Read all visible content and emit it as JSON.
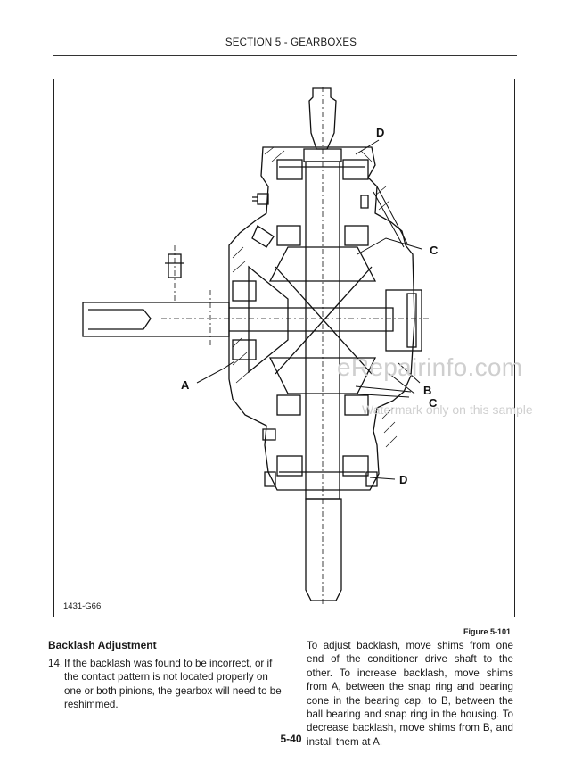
{
  "header": {
    "section_title": "SECTION 5 - GEARBOXES"
  },
  "figure": {
    "id_label": "1431-G66",
    "caption": "Figure 5-101",
    "callouts": {
      "a": "A",
      "b": "B",
      "c_upper": "C",
      "c_lower": "C",
      "d_upper": "D",
      "d_lower": "D"
    }
  },
  "watermark": {
    "main": "eRepairinfo.com",
    "sub": "Watermark only on this sample"
  },
  "section": {
    "title": "Backlash Adjustment",
    "step_number": "14.",
    "step_text": "If the backlash was found to be incorrect, or if the contact pattern is not located properly on one or both pinions, the gearbox will need to be reshimmed.",
    "right_paragraph": "To adjust backlash, move shims from one end of the conditioner drive shaft to the other. To increase backlash, move shims from A, between the snap ring and bearing cone in the bearing cap, to B, between the ball bearing and snap ring in the housing. To decrease backlash, move shims from B, and install them at A."
  },
  "page_number": "5-40"
}
